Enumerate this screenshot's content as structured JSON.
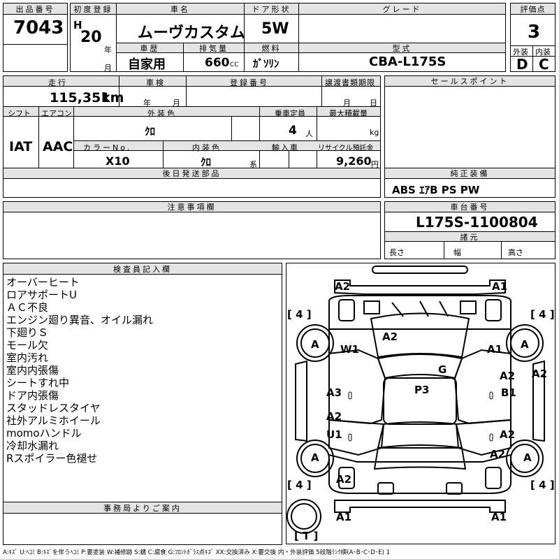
{
  "header": {
    "lot_label": "出品番号",
    "lot": "7043",
    "first_reg_label": "初度登録",
    "era": "H",
    "year": "20",
    "year_unit": "年",
    "month_unit": "月",
    "name_label": "車名",
    "name": "ムーヴカスタム",
    "door_label": "ドア形状",
    "door": "5W",
    "grade_label": "グレード",
    "grade": "",
    "score_label": "評価点",
    "score": "3",
    "history_label": "車歴",
    "history": "自家用",
    "displacement_label": "排気量",
    "displacement": "660",
    "displacement_unit": "CC",
    "fuel_label": "燃料",
    "fuel": "ｶﾞｿﾘﾝ",
    "model_label": "型式",
    "model": "CBA-L175S",
    "exterior_label": "外装",
    "exterior": "D",
    "interior_label": "内装",
    "interior": "C"
  },
  "row2": {
    "mileage_label": "走行",
    "mileage": "115,351",
    "mileage_unit": "km",
    "inspection_label": "車検",
    "insp_year": "年",
    "insp_month": "月",
    "regno_label": "登録番号",
    "transfer_label": "譲渡書類期限",
    "transfer_month": "月",
    "transfer_day": "日",
    "sales_label": "セールスポイント",
    "shift_label": "シフト",
    "shift": "IAT",
    "ac_label": "エアコン",
    "ac": "AAC",
    "color_label": "外装色",
    "color": "ｸﾛ",
    "capacity_label": "乗車定員",
    "capacity": "4",
    "capacity_unit": "人",
    "load_label": "最大積載量",
    "load_unit": "kg",
    "colorno_label": "カラーNo.",
    "colorno": "X10",
    "intcolor_label": "内装色",
    "intcolor": "ｸﾛ",
    "intcolor_unit": "系",
    "import_label": "輸入車",
    "recycle_label": "リサイクル預託金",
    "recycle": "9,260",
    "recycle_unit": "円"
  },
  "later_label": "後日発送部品",
  "equipment_label": "純正装備",
  "equipment": "ABS ｴｱB PS PW",
  "notice_label": "注意事項欄",
  "chassis_label": "車台番号",
  "chassis": "L175S-1100804",
  "dims_label": "諸元",
  "length_label": "長さ",
  "width_label": "幅",
  "height_label": "高さ",
  "inspector_label": "検査員記入欄",
  "inspector_notes": [
    "オーバーヒート",
    "ロアサポートU",
    "ＡＣ不良",
    "エンジン廻り異音、オイル漏れ",
    "下廻りＳ",
    "モール欠",
    "室内汚れ",
    "室内内張傷",
    "シートすれ中",
    "ドア内張傷",
    "スタッドレスタイヤ",
    "社外アルミホイール",
    "momoハンドル",
    "冷却水漏れ",
    "Rスポイラー色褪せ"
  ],
  "office_label": "事務局よりご案内",
  "legend": "A:ｷｽﾞ U:ﾍｺﾐ B:ｷｽﾞを伴うﾍｺﾐ P:要塗装 W:補修跡 S:錆 C:腐食 G:ﾌﾛﾝﾄｶﾞﾗｽ点ｷｽﾞ XX:交換済み X:要交換 内・外装評価 5段階ﾗﾝｸ順(A･B･C･D･E) 1",
  "diagram": {
    "marks": {
      "front_left": "A2",
      "front_right": "A1",
      "tire_fl_left": "[ 4 ]",
      "tire_fr_right": "[ 4 ]",
      "hood": "A2",
      "fl_wheel": "A",
      "fl_fender": "W1",
      "fr_fender": "A1",
      "fr_wheel": "A",
      "windshield": "G",
      "rf_door": "A2",
      "rf_side": "A2",
      "left_front_door": "A3",
      "roof": "P3",
      "right_front_door": "B1",
      "left_rear_door": "A2",
      "left_rear_door_2": "U1",
      "right_rear_door": "A2",
      "rl_wheel": "A",
      "rr_quarter": "A2",
      "rr_wheel": "A",
      "tire_rl": "[ 4 ]",
      "tire_rr": "[ 4 ]",
      "rear_left": "A2",
      "rear_bottom_left": "A1",
      "rear_bottom_right": "A1",
      "spare": "[ T ]"
    }
  }
}
